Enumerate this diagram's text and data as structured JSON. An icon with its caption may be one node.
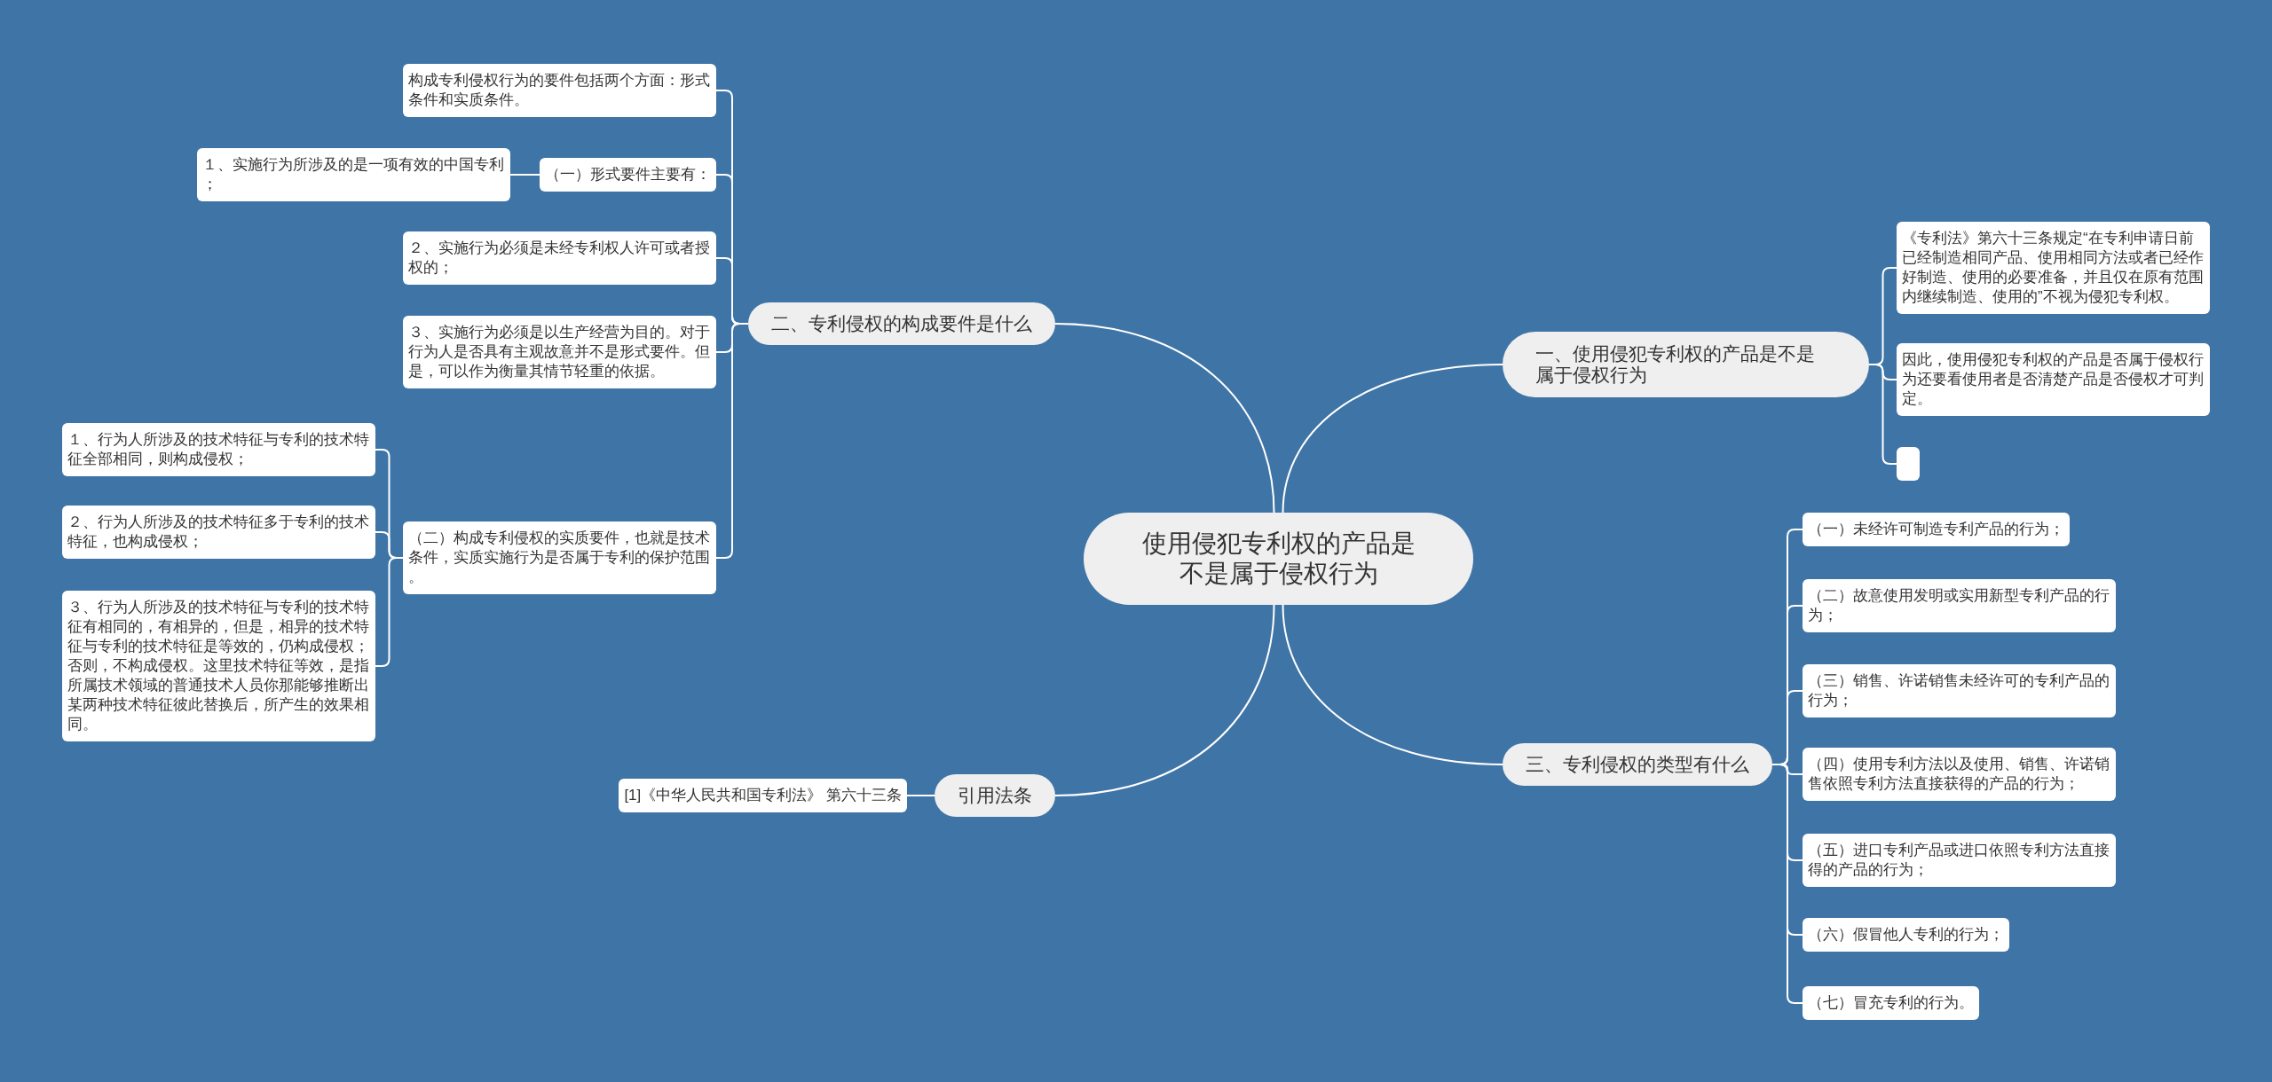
{
  "diagram": {
    "nodes": [
      {
        "text": [
          "使用侵犯专利权的产品是不是属于侵权行为"
        ]
      },
      {
        "text": [
          "一、使用侵犯专利权的产品是不是属于侵权行为"
        ]
      },
      {
        "text": [
          "《专利法》第六十三条规定“在专利申请日前已经制造相同产品、使用相同方法或者已经作好制造、使用的必要准备，并且仅在原有范围内继续制造、使用的”不视为侵犯专利权。"
        ]
      },
      {
        "text": [
          "因此，使用侵犯专利权的产品是否属于侵权行为还要看使用者是否清楚产品是否侵权才可判定。"
        ]
      },
      {
        "text": [],
        "shape": "box"
      },
      {
        "text": [
          "二、专利侵权的构成要件是什么"
        ]
      },
      {
        "text": [
          "构成专利侵权行为的要件包括两个方面：形式条件和实质条件。"
        ]
      },
      {
        "text": [
          "（一）形式要件主要有："
        ]
      },
      {
        "text": [
          "１、实施行为所涉及的是一项有效的中国专利；"
        ]
      },
      {
        "text": [
          "２、实施行为必须是未经专利权人许可或者授权的；"
        ]
      },
      {
        "text": [
          "３、实施行为必须是以生产经营为目的。对于行为人是否具有主观故意并不是形式要件。但是，可以作为衡量其情节轻重的依据。"
        ]
      },
      {
        "text": [
          "（二）构成专利侵权的实质要件，也就是技术条件，实质实施行为是否属于专利的保护范围。"
        ]
      },
      {
        "text": [
          "１、行为人所涉及的技术特征与专利的技术特征全部相同，则构成侵权；"
        ]
      },
      {
        "text": [
          "２、行为人所涉及的技术特征多于专利的技术特征，也构成侵权；"
        ]
      },
      {
        "text": [
          "３、行为人所涉及的技术特征与专利的技术特征有相同的，有相异的，但是，相异的技术特征与专利的技术特征是等效的，仍构成侵权；否则，不构成侵权。这里技术特征等效，是指所属技术领域的普通技术人员你那能够推断出某两种技术特征彼此替换后，所产生的效果相同。"
        ]
      },
      {
        "text": [
          "引用法条"
        ]
      },
      {
        "text": [
          "[1]《中华人民共和国专利法》 第六十三条"
        ]
      },
      {
        "text": [
          "三、专利侵权的类型有什么"
        ]
      },
      {
        "text": [
          "（一）未经许可制造专利产品的行为；"
        ]
      },
      {
        "text": [
          "（二）故意使用发明或实用新型专利产品的行为；"
        ]
      },
      {
        "text": [
          "（三）销售、许诺销售未经许可的专利产品的行为；"
        ]
      },
      {
        "text": [
          "（四）使用专利方法以及使用、销售、许诺销售依照专利方法直接获得的产品的行为；"
        ]
      },
      {
        "text": [
          "（五）进口专利产品或进口依照专利方法直接得的产品的行为；"
        ]
      },
      {
        "text": [
          "（六）假冒他人专利的行为；"
        ]
      },
      {
        "text": [
          "（七）冒充专利的行为。"
        ]
      }
    ],
    "edges": [
      {
        "from": 0,
        "to": 1,
        "arrow": "none"
      },
      {
        "from": 1,
        "to": 2,
        "arrow": "none"
      },
      {
        "from": 1,
        "to": 3,
        "arrow": "none"
      },
      {
        "from": 1,
        "to": 4,
        "arrow": "none"
      },
      {
        "from": 0,
        "to": 5,
        "arrow": "none"
      },
      {
        "from": 5,
        "to": 6,
        "arrow": "none"
      },
      {
        "from": 5,
        "to": 7,
        "arrow": "none"
      },
      {
        "from": 7,
        "to": 8,
        "arrow": "none"
      },
      {
        "from": 5,
        "to": 9,
        "arrow": "none"
      },
      {
        "from": 5,
        "to": 10,
        "arrow": "none"
      },
      {
        "from": 5,
        "to": 11,
        "arrow": "none"
      },
      {
        "from": 11,
        "to": 12,
        "arrow": "none"
      },
      {
        "from": 11,
        "to": 13,
        "arrow": "none"
      },
      {
        "from": 11,
        "to": 14,
        "arrow": "none"
      },
      {
        "from": 0,
        "to": 15,
        "arrow": "none"
      },
      {
        "from": 15,
        "to": 16,
        "arrow": "none"
      },
      {
        "from": 0,
        "to": 17,
        "arrow": "none"
      },
      {
        "from": 17,
        "to": 18,
        "arrow": "none"
      },
      {
        "from": 17,
        "to": 19,
        "arrow": "none"
      },
      {
        "from": 17,
        "to": 20,
        "arrow": "none"
      },
      {
        "from": 17,
        "to": 21,
        "arrow": "none"
      },
      {
        "from": 17,
        "to": 22,
        "arrow": "none"
      },
      {
        "from": 17,
        "to": 23,
        "arrow": "none"
      },
      {
        "from": 17,
        "to": 24,
        "arrow": "none"
      }
    ]
  }
}
